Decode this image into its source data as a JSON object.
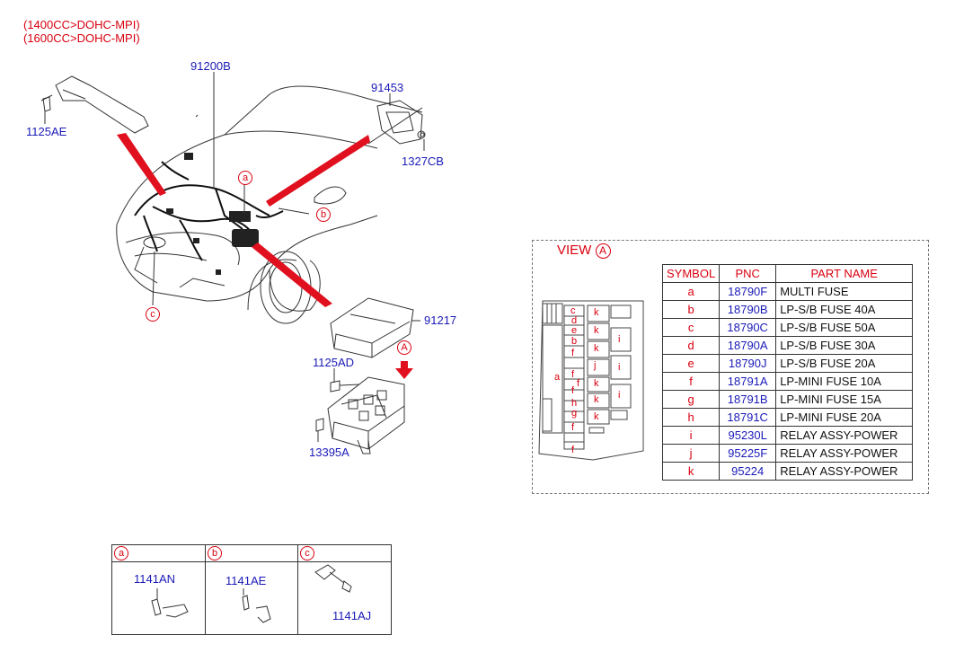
{
  "header": {
    "spec_line1": "(1400CC>DOHC-MPI)",
    "spec_line2": "(1600CC>DOHC-MPI)"
  },
  "part_numbers": {
    "harness": "91200B",
    "bracket": "91453",
    "bolt_top_left": "1125AE",
    "clip_bracket": "1327CB",
    "fuse_box": "91217",
    "bolt_fuse_box": "1125AD",
    "nut_fuse_box": "13395A"
  },
  "callouts": {
    "a": "a",
    "b": "b",
    "c": "c",
    "view": "A"
  },
  "view_panel": {
    "title": "VIEW",
    "marker": "A",
    "fuse_cells": {
      "left": "a",
      "c": "c",
      "d": "d",
      "e": "e",
      "b": "b",
      "f": "f",
      "g": "g",
      "h": "h",
      "i": "i",
      "j": "j",
      "k": "k"
    },
    "columns": [
      "SYMBOL",
      "PNC",
      "PART NAME"
    ],
    "rows": [
      {
        "symbol": "a",
        "pnc": "18790F",
        "name": "MULTI FUSE"
      },
      {
        "symbol": "b",
        "pnc": "18790B",
        "name": "LP-S/B FUSE 40A"
      },
      {
        "symbol": "c",
        "pnc": "18790C",
        "name": "LP-S/B FUSE 50A"
      },
      {
        "symbol": "d",
        "pnc": "18790A",
        "name": "LP-S/B FUSE 30A"
      },
      {
        "symbol": "e",
        "pnc": "18790J",
        "name": "LP-S/B FUSE 20A"
      },
      {
        "symbol": "f",
        "pnc": "18791A",
        "name": "LP-MINI FUSE 10A"
      },
      {
        "symbol": "g",
        "pnc": "18791B",
        "name": "LP-MINI FUSE 15A"
      },
      {
        "symbol": "h",
        "pnc": "18791C",
        "name": "LP-MINI FUSE 20A"
      },
      {
        "symbol": "i",
        "pnc": "95230L",
        "name": "RELAY ASSY-POWER"
      },
      {
        "symbol": "j",
        "pnc": "95225F",
        "name": "RELAY ASSY-POWER"
      },
      {
        "symbol": "k",
        "pnc": "95224",
        "name": "RELAY ASSY-POWER"
      }
    ]
  },
  "detail_panel": {
    "a": {
      "tag": "a",
      "part": "1141AN"
    },
    "b": {
      "tag": "b",
      "part": "1141AE"
    },
    "c": {
      "tag": "c",
      "part": "1141AJ"
    }
  }
}
